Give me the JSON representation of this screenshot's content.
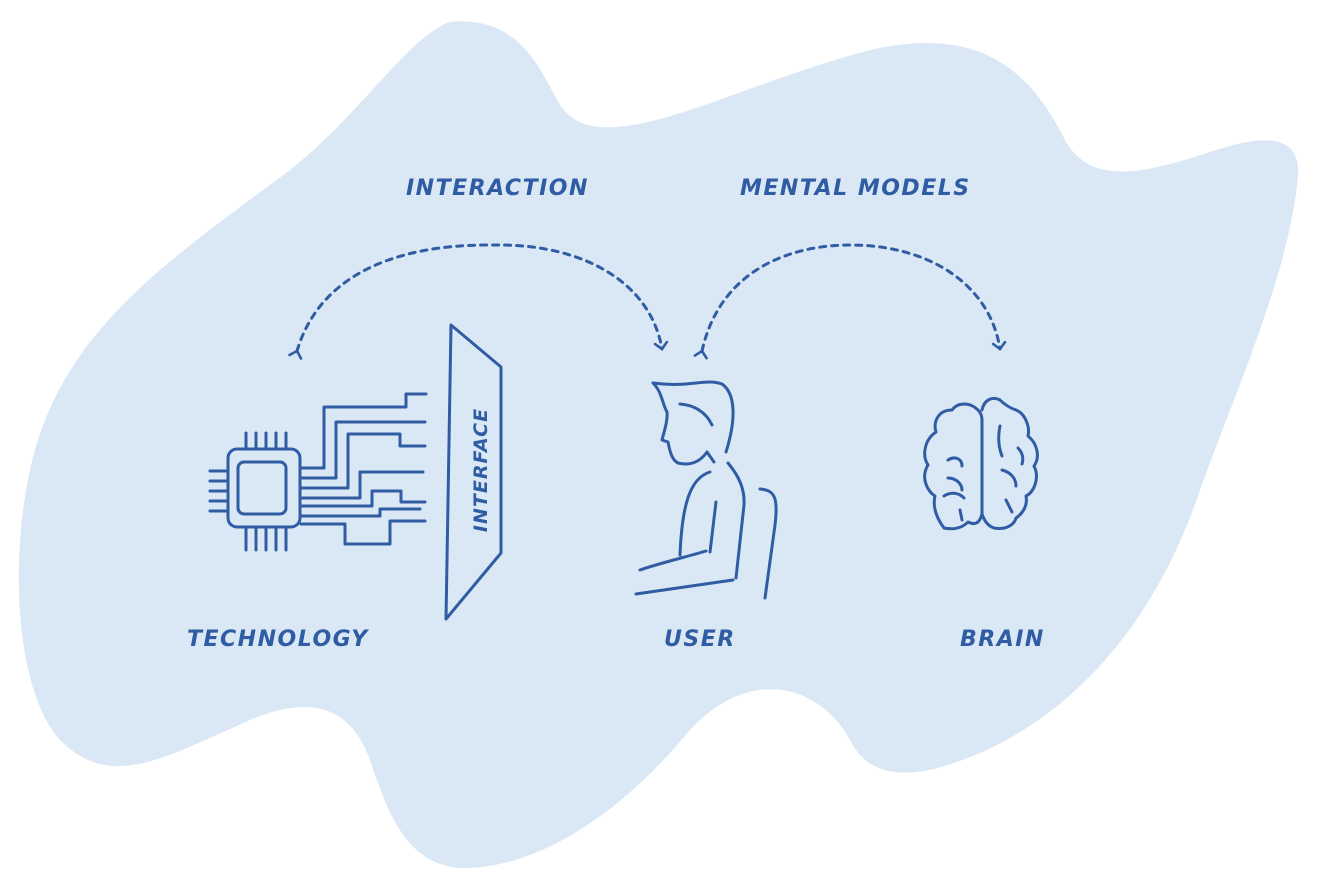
{
  "colors": {
    "background": "#ffffff",
    "blob": "#dae8f6",
    "ink": "#2f5ca3"
  },
  "labels": {
    "interaction": "INTERACTION",
    "mental_models": "MENTAL MODELS",
    "interface": "INTERFACE",
    "technology": "TECHNOLOGY",
    "user": "USER",
    "brain": "BRAIN"
  },
  "icons": {
    "technology": "chip-icon",
    "interface": "screen-panel-icon",
    "user": "seated-person-icon",
    "brain": "brain-icon"
  }
}
